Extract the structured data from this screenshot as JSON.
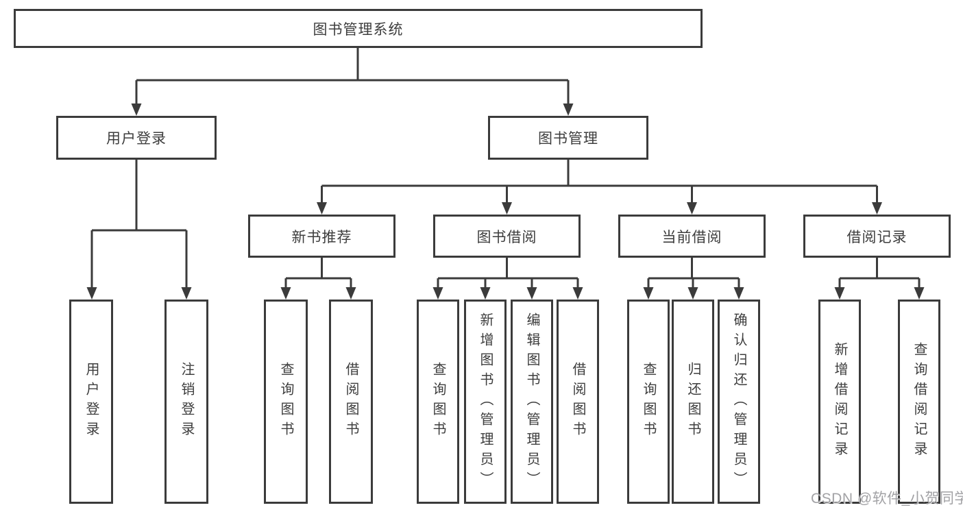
{
  "colors": {
    "line": "#3b3b3b",
    "text": "#3d3d3d",
    "background": "#ffffff",
    "watermark": "#a2a2a5"
  },
  "watermark": "CSDN @软件_小贺同学",
  "tree": {
    "label": "图书管理系统",
    "children": [
      {
        "label": "用户登录",
        "children": [
          {
            "label": "用户登录"
          },
          {
            "label": "注销登录"
          }
        ]
      },
      {
        "label": "图书管理",
        "children": [
          {
            "label": "新书推荐",
            "children": [
              {
                "label": "查询图书"
              },
              {
                "label": "借阅图书"
              }
            ]
          },
          {
            "label": "图书借阅",
            "children": [
              {
                "label": "查询图书"
              },
              {
                "label": "新增图书（管理员）"
              },
              {
                "label": "编辑图书（管理员）"
              },
              {
                "label": "借阅图书"
              }
            ]
          },
          {
            "label": "当前借阅",
            "children": [
              {
                "label": "查询图书"
              },
              {
                "label": "归还图书"
              },
              {
                "label": "确认归还（管理员）"
              }
            ]
          },
          {
            "label": "借阅记录",
            "children": [
              {
                "label": "新增借阅记录"
              },
              {
                "label": "查询借阅记录"
              }
            ]
          }
        ]
      }
    ]
  }
}
